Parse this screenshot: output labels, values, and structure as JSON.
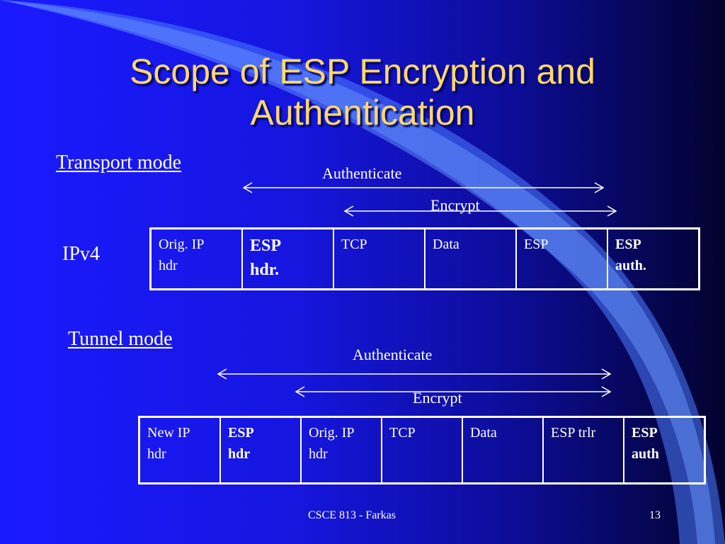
{
  "slide": {
    "title_line1": "Scope of ESP Encryption and",
    "title_line2": "Authentication",
    "footer_text": "CSCE 813 - Farkas",
    "page_number": "13"
  },
  "transport": {
    "section_label": "Transport mode",
    "row_label": "IPv4",
    "authenticate_label": "Authenticate",
    "encrypt_label": "Encrypt",
    "cells": [
      {
        "line1": "Orig. IP",
        "line2": "hdr"
      },
      {
        "line1": "ESP",
        "line2": "hdr."
      },
      {
        "line1": "TCP",
        "line2": ""
      },
      {
        "line1": "Data",
        "line2": ""
      },
      {
        "line1": "ESP",
        "line2": ""
      },
      {
        "line1": "ESP",
        "line2": "auth."
      }
    ]
  },
  "tunnel": {
    "section_label": "Tunnel mode",
    "authenticate_label": "Authenticate",
    "encrypt_label": "Encrypt",
    "cells": [
      {
        "line1": "New IP",
        "line2": "hdr"
      },
      {
        "line1": "ESP",
        "line2": "hdr"
      },
      {
        "line1": "Orig. IP",
        "line2": "hdr"
      },
      {
        "line1": "TCP",
        "line2": ""
      },
      {
        "line1": "Data",
        "line2": ""
      },
      {
        "line1": "ESP trlr",
        "line2": ""
      },
      {
        "line1": "ESP",
        "line2": "auth"
      }
    ]
  },
  "colors": {
    "title": "#ffd966",
    "text": "#ffffff",
    "background_left": "#1a1aff",
    "background_right": "#02022e",
    "swoosh": "#4d7dff"
  }
}
